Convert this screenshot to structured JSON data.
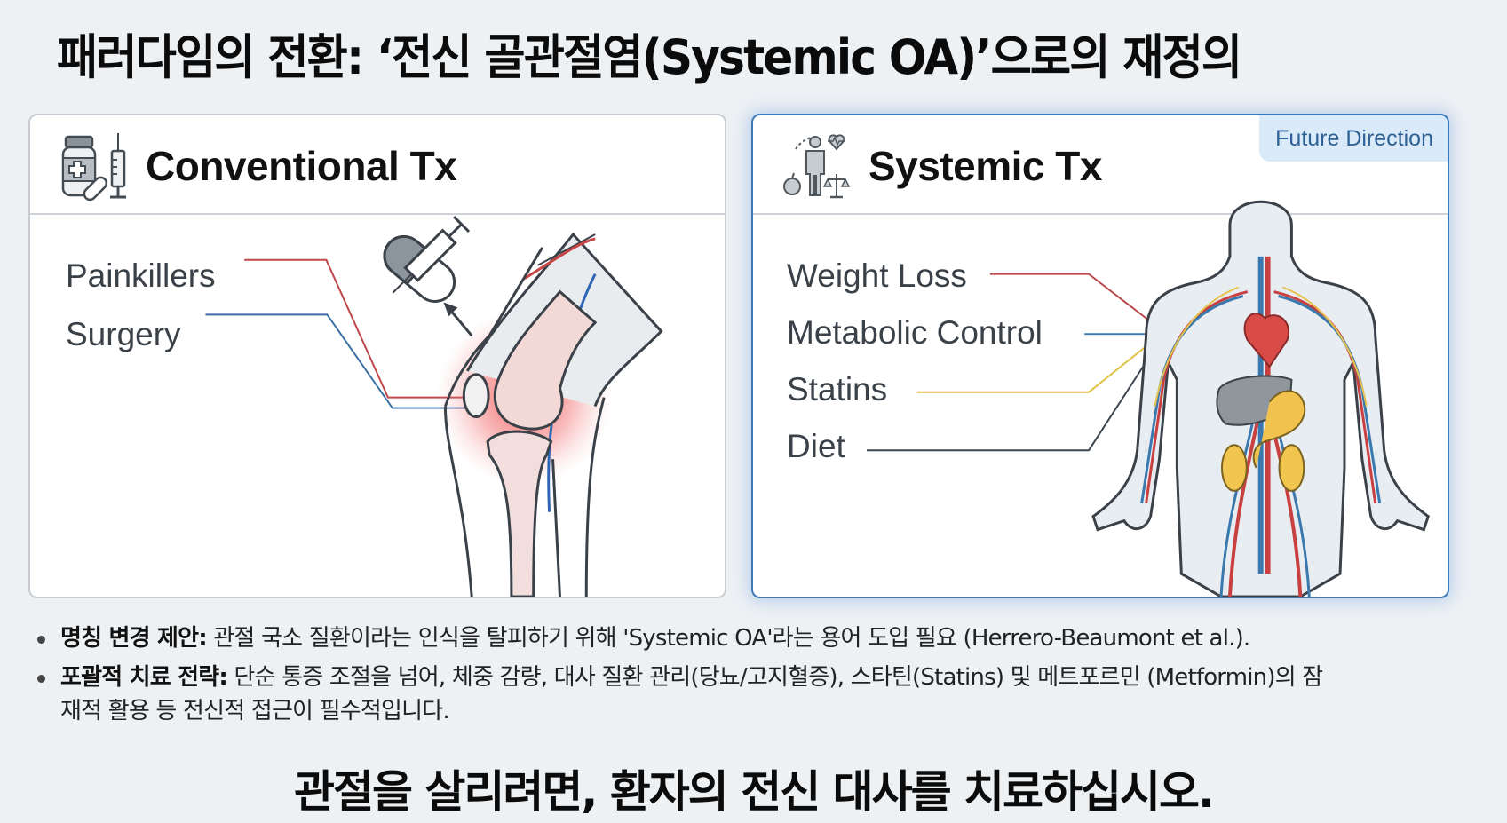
{
  "title": "패러다임의 전환: ‘전신 골관절염(Systemic OA)’으로의 재정의",
  "cards": {
    "conventional": {
      "title": "Conventional Tx",
      "icon": "medicine-bottle-syringe-icon",
      "labels": [
        {
          "text": "Painkillers",
          "color": "#c0474a"
        },
        {
          "text": "Surgery",
          "color": "#3a6fa3"
        }
      ],
      "illustration": "knee-joint-inflammation"
    },
    "systemic": {
      "title": "Systemic Tx",
      "icon": "person-heart-apple-scale-icon",
      "badge": "Future Direction",
      "labels": [
        {
          "text": "Weight Loss",
          "color": "#b9484b"
        },
        {
          "text": "Metabolic Control",
          "color": "#3a78ad"
        },
        {
          "text": "Statins",
          "color": "#e0c24a"
        },
        {
          "text": "Diet",
          "color": "#3c4650"
        }
      ],
      "illustration": "human-body-circulatory-organs"
    }
  },
  "bullets": [
    {
      "heading": "명칭 변경 제안:",
      "text": " 관절 국소 질환이라는 인식을 탈피하기 위해 'Systemic OA'라는 용어 도입 필요 (Herrero-Beaumont et al.)."
    },
    {
      "heading": "포괄적 치료 전략:",
      "text": " 단순 통증 조절을 넘어, 체중 감량, 대사 질환 관리(당뇨/고지혈증), 스타틴(Statins) 및 메트포르민 (Metformin)의 잠재적 활용 등 전신적 접근이 필수적입니다."
    }
  ],
  "footer": "관절을 살리려면, 환자의 전신 대사를 치료하십시오.",
  "colors": {
    "accent_blue": "#3e79b6",
    "badge_bg": "#dbeaf8",
    "badge_text": "#2e6296",
    "background": "#eef1f4"
  }
}
